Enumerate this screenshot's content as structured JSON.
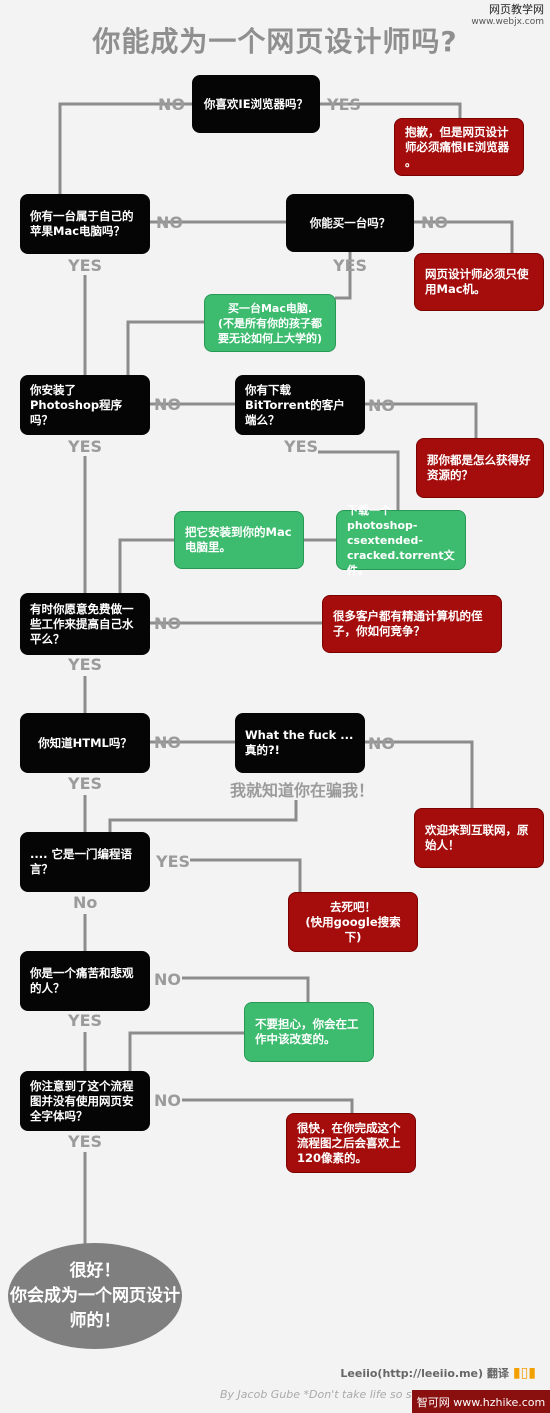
{
  "watermark": {
    "line1": "网页教学网",
    "line2": "www.webjx.com"
  },
  "title": "你能成为一个网页设计师吗?",
  "labels": {
    "no": "NO",
    "yes": "YES",
    "no_mixed": "No"
  },
  "nodes": {
    "q1": "你喜欢IE浏览器吗？",
    "r1": "抱歉，但是网页设计师必须痛恨IE浏览器 。",
    "q2": "你有一台属于自己的苹果Mac电脑吗？",
    "q3": "你能买一台吗？",
    "r2": "网页设计师必须只使用Mac机。",
    "g1": "买一台Mac电脑.\n(不是所有你的孩子都要无论如何上大学的)",
    "q4": "你安装了Photoshop程序吗？",
    "q5": "你有下载BitTorrent的客户端么？",
    "r3": "那你都是怎么获得好资源的？",
    "g2": "把它安装到你的Mac电脑里。",
    "g3": "下载一个photoshop-csextended-cracked.torrent文件。",
    "q6": "有时你愿意免费做一些工作来提高自己水平么？",
    "r4": "很多客户都有精通计算机的侄子，你如何竞争？",
    "q7": "你知道HTML吗？",
    "q8": "What the fuck ...真的?!",
    "mid_text": "我就知道你在骗我！",
    "r5": "欢迎来到互联网，原始人！",
    "q9": ".... 它是一门编程语言？",
    "r6": "去死吧！\n(快用google搜索下)",
    "q10": "你是一个痛苦和悲观的人？",
    "g4": "不要担心，你会在工作中该改变的。",
    "q11": "你注意到了这个流程图并没有使用网页安全字体吗？",
    "r7": "很快，在你完成这个流程图之后会喜欢上120像素的。",
    "end": "很好！\n你会成为一个网页设计师的！"
  },
  "footer": {
    "credit": "Leeiio(http://leeiio.me) 翻译",
    "byline": "By Jacob Gube *Don't take life so seri",
    "badge": "智可网 www.hzhike.com"
  },
  "colors": {
    "question": "#050505",
    "red": "#a50d0d",
    "green": "#3dbb6f",
    "line": "#8c8c8c",
    "label": "#9b9b9b"
  }
}
